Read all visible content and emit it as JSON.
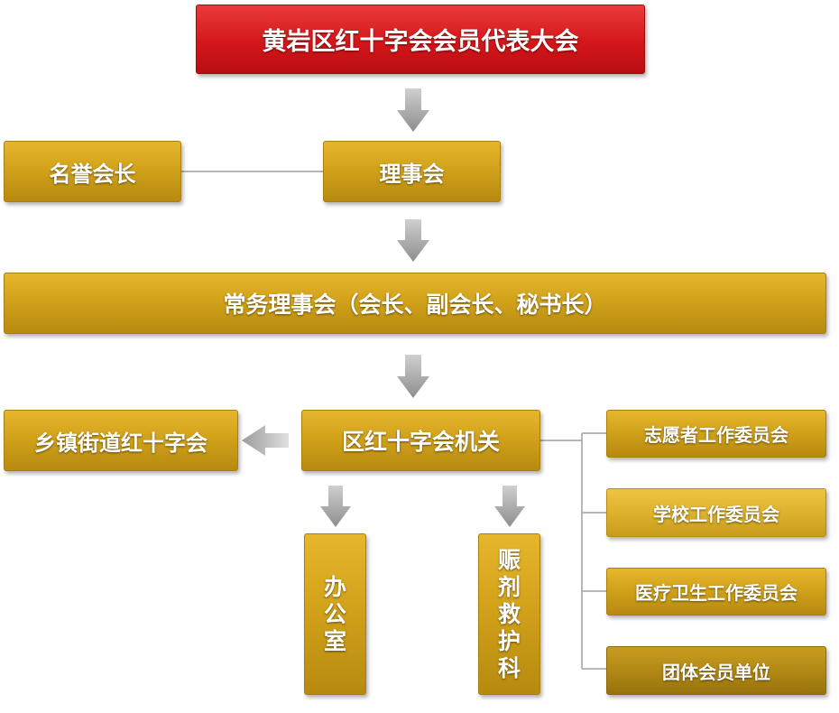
{
  "colors": {
    "red_primary": "#d4161a",
    "gold_primary": "#d2a21a",
    "arrow_gray": "#a6a6a6",
    "connector_gray": "#999999"
  },
  "nodes": {
    "congress": "黄岩区红十字会会员代表大会",
    "honorary_president": "名誉会长",
    "council": "理事会",
    "standing_council": "常务理事会（会长、副会长、秘书长）",
    "township_red_cross": "乡镇街道红十字会",
    "district_office": "区红十字会机关",
    "office": [
      "办",
      "公",
      "室"
    ],
    "relief_dept": [
      "赈",
      "剂",
      "救",
      "护",
      "科"
    ],
    "volunteer_committee": "志愿者工作委员会",
    "school_committee": "学校工作委员会",
    "medical_committee": "医疗卫生工作委员会",
    "group_members": "团体会员单位"
  }
}
